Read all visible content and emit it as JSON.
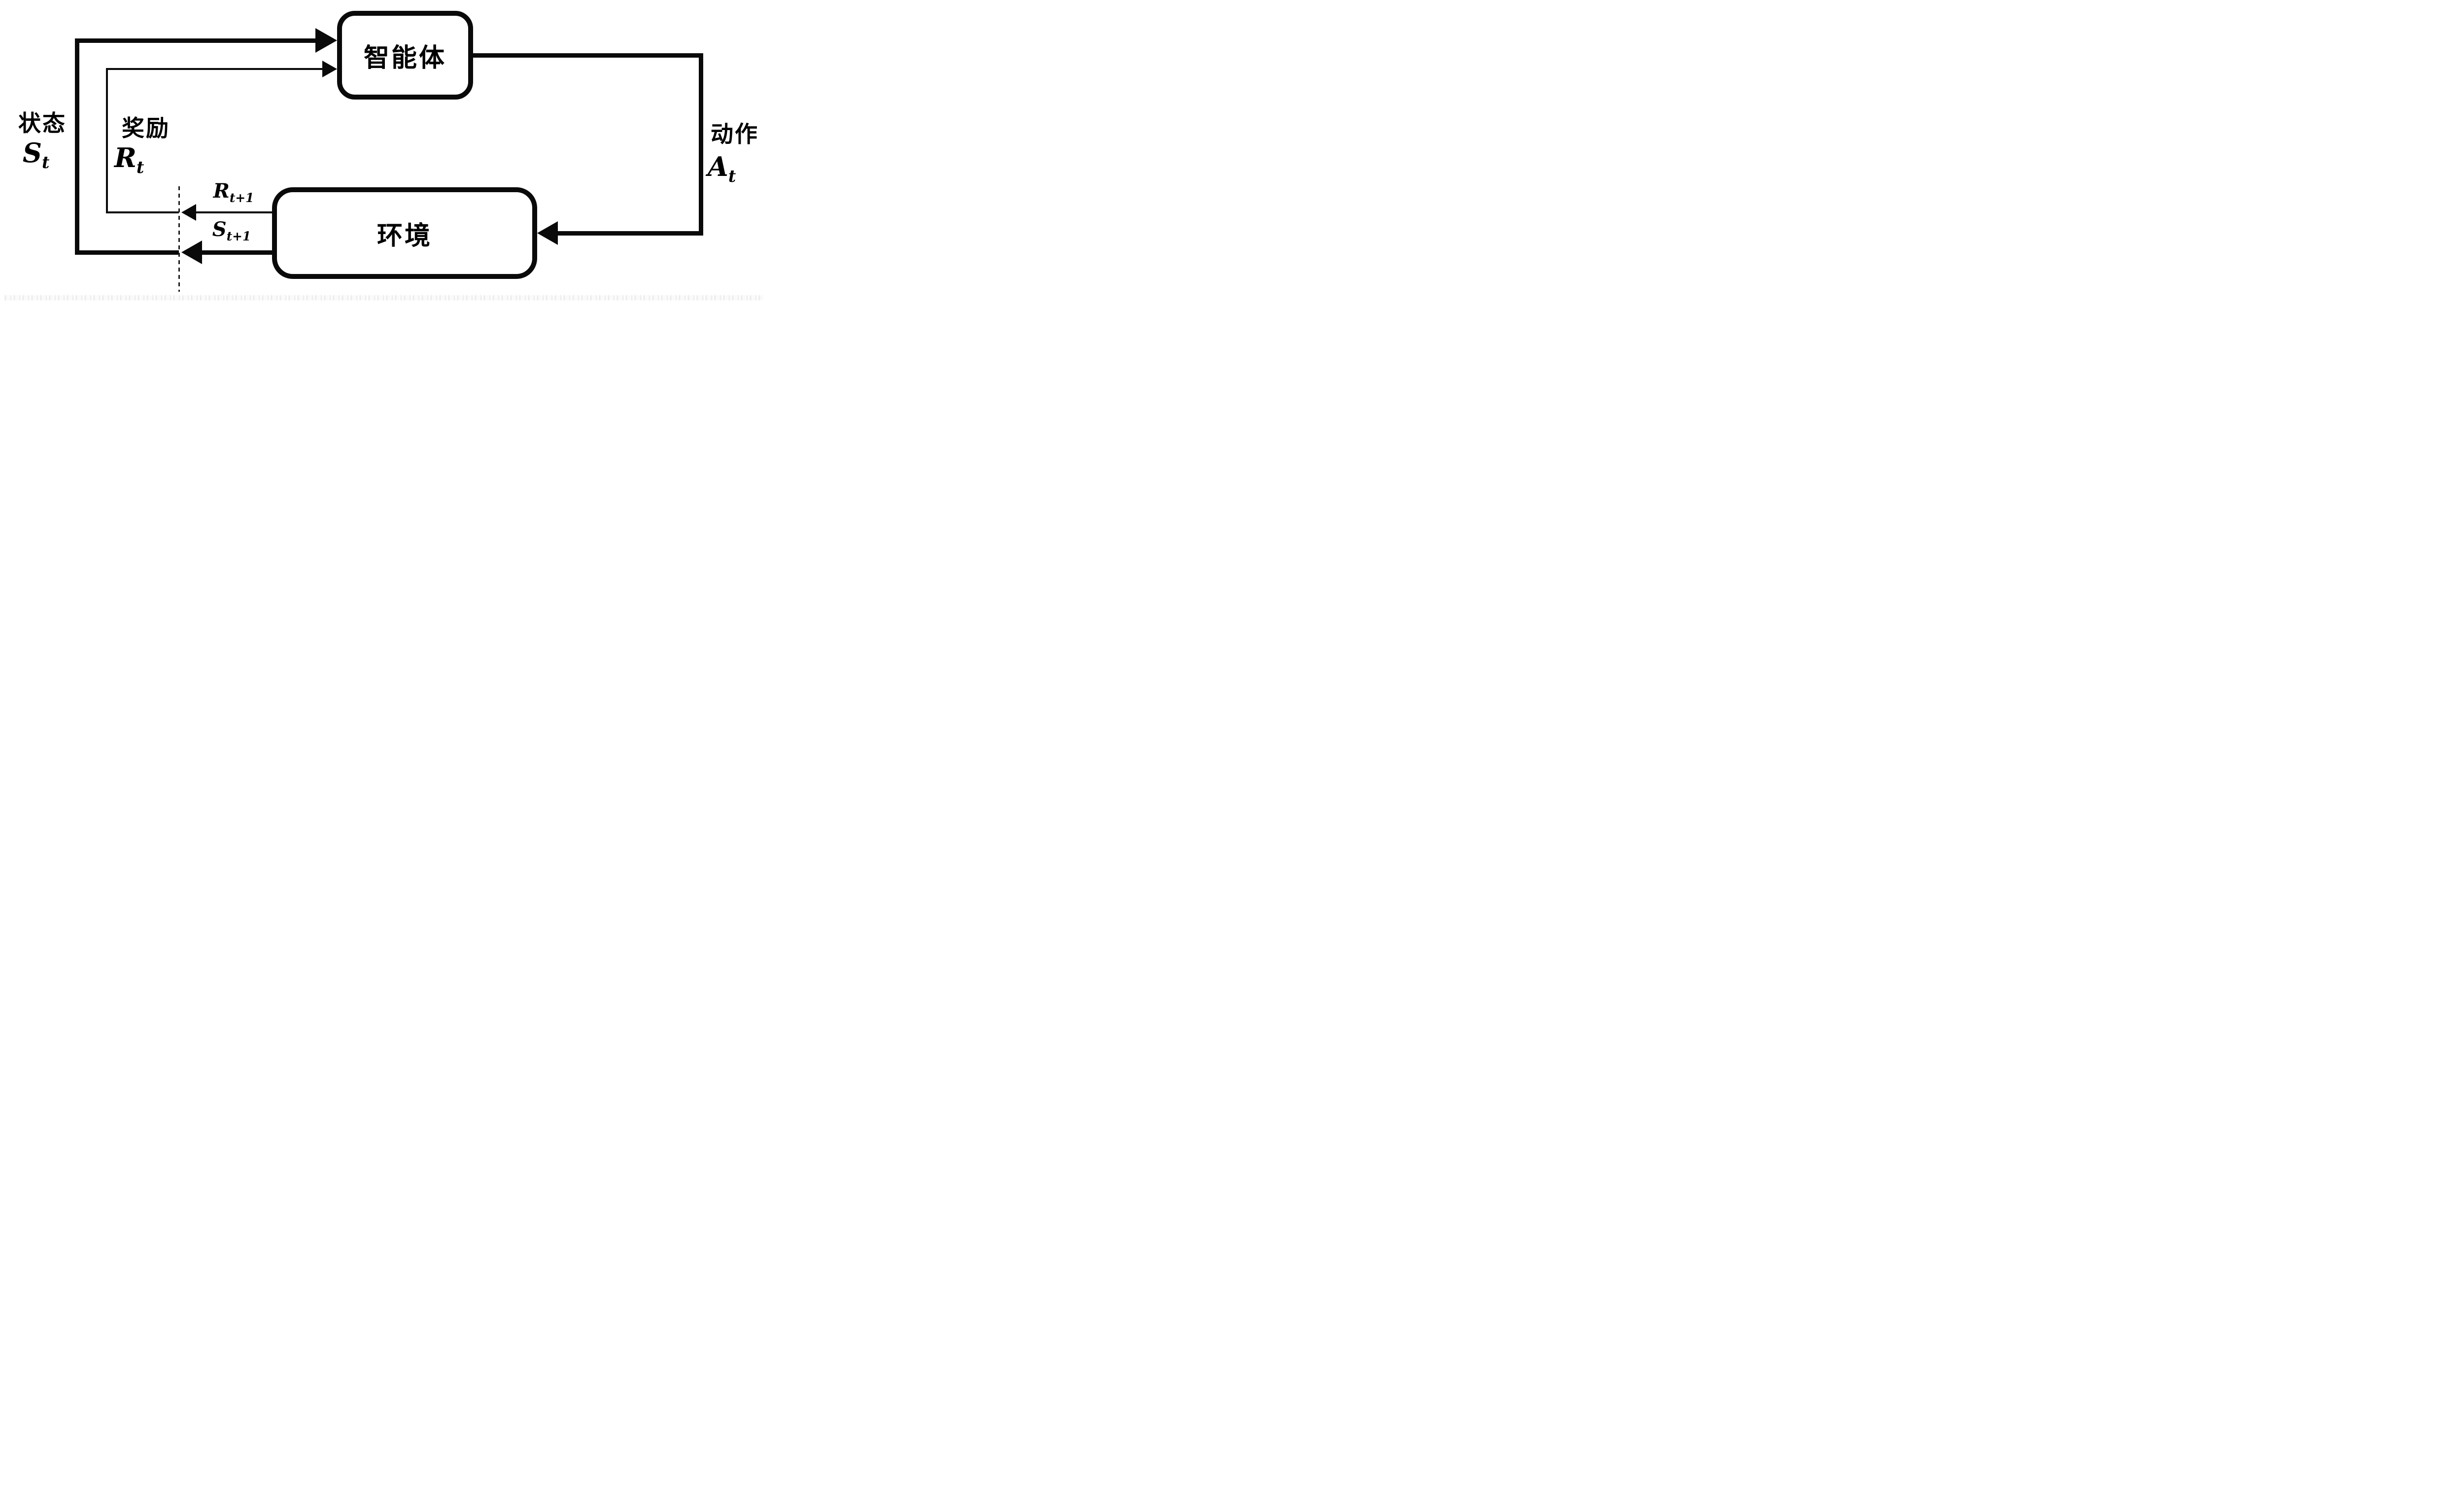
{
  "diagram": {
    "title_semantic": "reinforcement-learning agent-environment interaction loop",
    "agent_box": {
      "label": "智能体"
    },
    "environment_box": {
      "label": "环境"
    },
    "state": {
      "label": "状态",
      "symbol": "S",
      "subscript": "t"
    },
    "reward": {
      "label": "奖励",
      "symbol": "R",
      "subscript": "t"
    },
    "action": {
      "label": "动作",
      "symbol": "A",
      "subscript": "t"
    },
    "next_reward": {
      "symbol": "R",
      "subscript": "t+1"
    },
    "next_state": {
      "symbol": "S",
      "subscript": "t+1"
    },
    "colors": {
      "line": "#0a0a0a",
      "text": "#000000",
      "background": "#ffffff"
    }
  }
}
